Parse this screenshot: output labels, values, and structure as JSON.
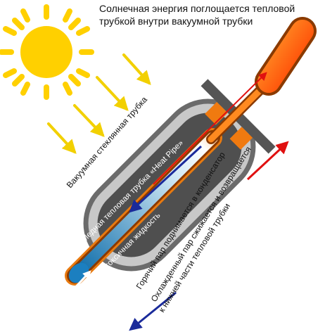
{
  "caption": {
    "line1": "Солнечная энергия поглощается тепловой",
    "line2": "трубкой внутри вакуумной трубки"
  },
  "labels": {
    "vacuum_tube": "Вакуумная стеклянная трубка",
    "heat_pipe": "Медная тепловая трубка «Heat Pipe»",
    "fluid": "Нетоксичная жидкость",
    "vapor_rises": "Горячий пар поднимается в конденсатор",
    "cooled_vapor_line1": "Охлажденный пар сжижается и возвращается",
    "cooled_vapor_line2": "к нижней части тепловой трубки"
  },
  "colors": {
    "sun": "#ffd000",
    "glass_outer": "#6b6b6b",
    "glass_inner": "#c8c8c8",
    "copper": "#e87a10",
    "condenser": "#ff5a00",
    "fluid": "#1b7fc0",
    "hot_arrow": "#e01010",
    "cold_arrow": "#1a2a9a"
  },
  "icons": [
    "sun-icon",
    "sunray-arrow",
    "hot-vapor-arrow",
    "cold-return-arrow",
    "liquid-rise-arrow"
  ]
}
